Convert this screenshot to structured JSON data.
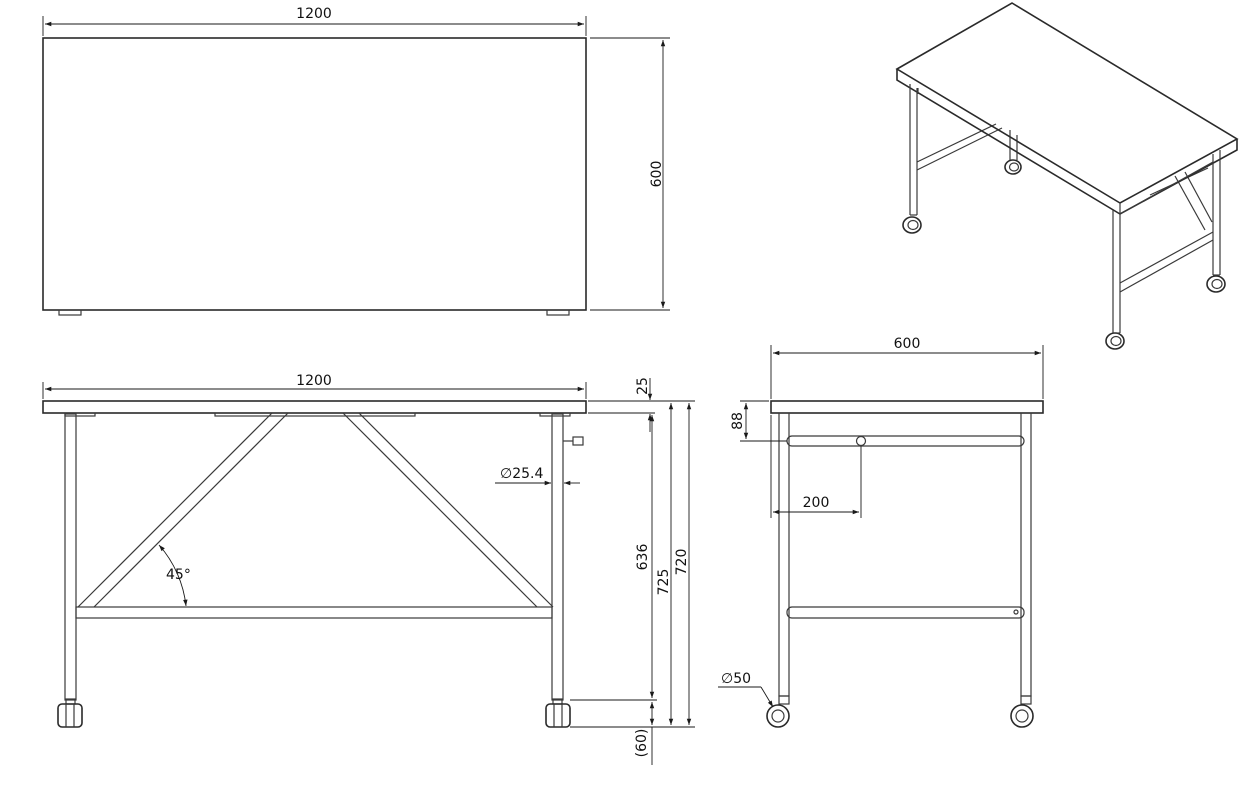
{
  "dimensions": {
    "top_width": "1200",
    "top_depth": "600",
    "front_width": "1200",
    "top_thickness": "25",
    "tube_diameter": "∅25.4",
    "brace_angle": "45°",
    "brace_height": "636",
    "overall_height_a": "725",
    "overall_height_b": "720",
    "caster_height": "(60)",
    "side_width": "600",
    "crossbar_offset": "88",
    "crossbar_hole_distance": "200",
    "caster_diameter": "∅50"
  }
}
